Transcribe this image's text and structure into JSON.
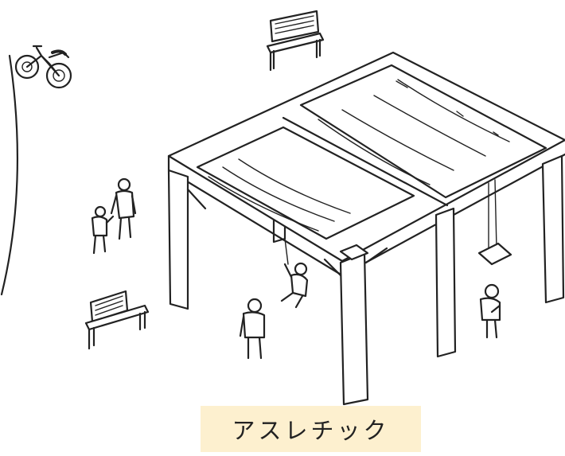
{
  "caption": {
    "text": "アスレチック",
    "background": "#fdf0cf"
  },
  "colors": {
    "ink": "#222222",
    "paper": "#ffffff"
  },
  "scene": {
    "objects": [
      "bicycle",
      "bench",
      "bench",
      "jungle-gym-frame",
      "child-climbing-rope",
      "swing-seat",
      "adult",
      "child",
      "person-standing",
      "person-standing",
      "park-path-edge"
    ]
  }
}
